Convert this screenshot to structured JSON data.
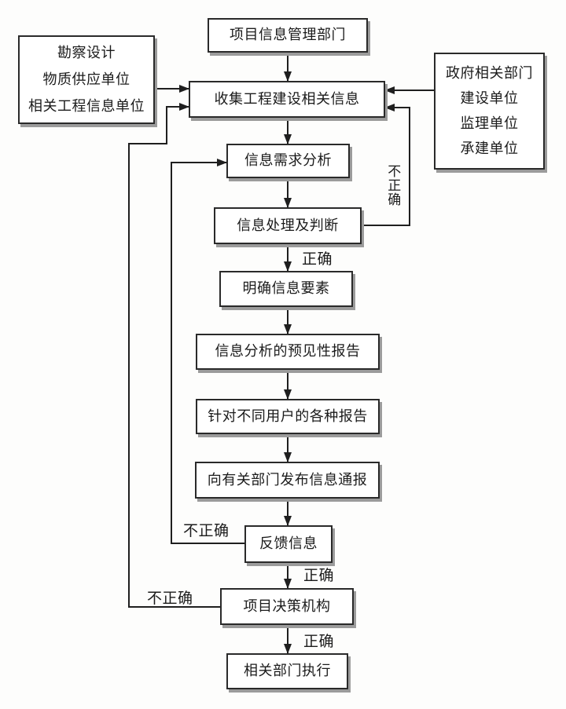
{
  "diagram": {
    "kind": "flowchart",
    "language": "zh-CN",
    "nodes": {
      "project_info_dept": {
        "label": "项目信息管理部门"
      },
      "sources_left": {
        "lines": [
          "勘察设计",
          "物质供应单位",
          "相关工程信息单位"
        ]
      },
      "sources_right": {
        "lines": [
          "政府相关部门",
          "建设单位",
          "监理单位",
          "承建单位"
        ]
      },
      "collect": {
        "label": "收集工程建设相关信息"
      },
      "demand_analysis": {
        "label": "信息需求分析"
      },
      "processing_judgment": {
        "label": "信息处理及判断"
      },
      "clarify_elements": {
        "label": "明确信息要素"
      },
      "predictive_report": {
        "label": "信息分析的预见性报告"
      },
      "user_reports": {
        "label": "针对不同用户的各种报告"
      },
      "publish_bulletin": {
        "label": "向有关部门发布信息通报"
      },
      "feedback": {
        "label": "反馈信息"
      },
      "decision_body": {
        "label": "项目决策机构"
      },
      "execution": {
        "label": "相关部门执行"
      }
    },
    "edge_labels": {
      "incorrect_after_judgment": "不正确",
      "correct_after_judgment": "正确",
      "incorrect_after_feedback": "不正确",
      "correct_after_feedback": "正确",
      "incorrect_after_decision": "不正确",
      "correct_after_decision": "正确"
    },
    "colors": {
      "background": "#fdfdfc",
      "box_fill": "#ffffff",
      "box_border": "#2a2a2a",
      "box_shadow": "#9b9b9b",
      "line": "#1f1f1f",
      "text": "#1b1b1b"
    }
  }
}
